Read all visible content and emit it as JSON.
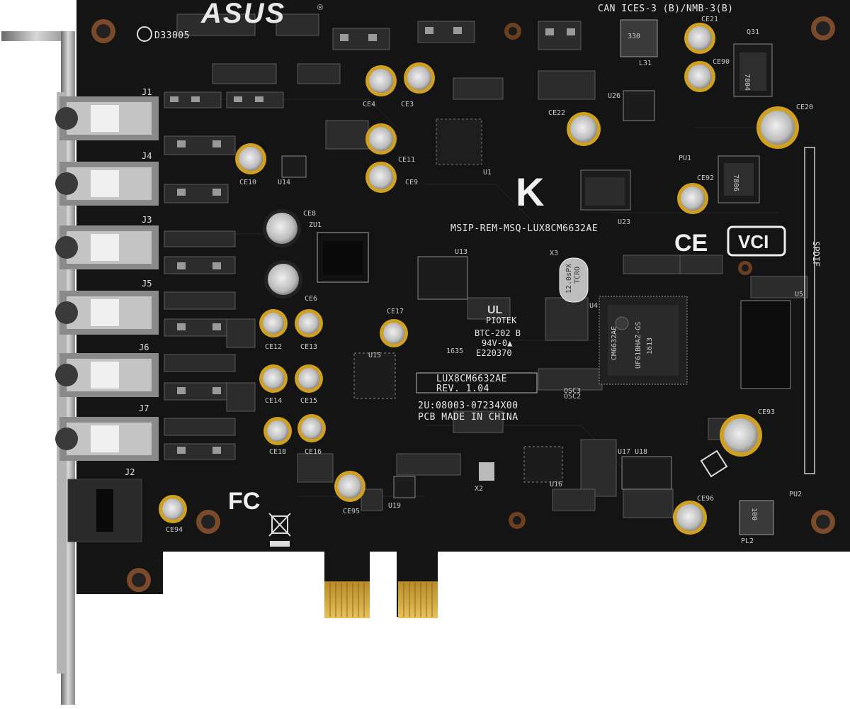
{
  "brand": {
    "logo_text": "ASUS",
    "registered_mark": "®"
  },
  "board_text": {
    "cert_top": "CAN ICES-3 (B)/NMB-3(B)",
    "d_code": "D33005",
    "msip": "MSIP-REM-MSQ-LUX8CM6632AE",
    "model": "LUX8CM6632AE",
    "rev": "REV. 1.04",
    "part_no": "2U:08003-07234X00",
    "made_in": "PCB MADE IN CHINA",
    "piotek": "PIOTEK",
    "btc": "BTC-202 B",
    "flam": "94V-0▲",
    "ul_file": "E220370",
    "date_code": "1635",
    "spdif": "SPDIF",
    "fcc": "FC",
    "ce_mark": "CE",
    "vcci": "VCI",
    "kc_mark": "K",
    "ul_mark": "UL"
  },
  "jacks": [
    {
      "id": "J1"
    },
    {
      "id": "J4"
    },
    {
      "id": "J3"
    },
    {
      "id": "J5"
    },
    {
      "id": "J6"
    },
    {
      "id": "J7"
    }
  ],
  "optical": {
    "id": "J2"
  },
  "capacitors": [
    "CE4",
    "CE3",
    "CE11",
    "CE9",
    "CE10",
    "CE8",
    "CE6",
    "CE12",
    "CE13",
    "CE14",
    "CE15",
    "CE18",
    "CE16",
    "CE17",
    "CE95",
    "CE94",
    "CE21",
    "CE90",
    "CE22",
    "CE20",
    "CE92",
    "CE93",
    "CE96"
  ],
  "ics": [
    "U1",
    "U13",
    "U14",
    "U15",
    "U16",
    "U17",
    "U18",
    "U19",
    "U23",
    "U26",
    "U4",
    "U5",
    "ZU1",
    "Q31",
    "L31",
    "PU1",
    "PU2",
    "PL2",
    "X2",
    "X3",
    "OSC2",
    "OSC3"
  ],
  "chip_text": {
    "main_chip": "CM6632AE",
    "main_chip_2": "UF61BHAZ-GS",
    "main_chip_3": "1613",
    "crystal": "12.0sPX",
    "crystal_2": "TCRO",
    "reg": "7806",
    "reg2": "7804",
    "inductor": "330",
    "pl2": "100"
  }
}
